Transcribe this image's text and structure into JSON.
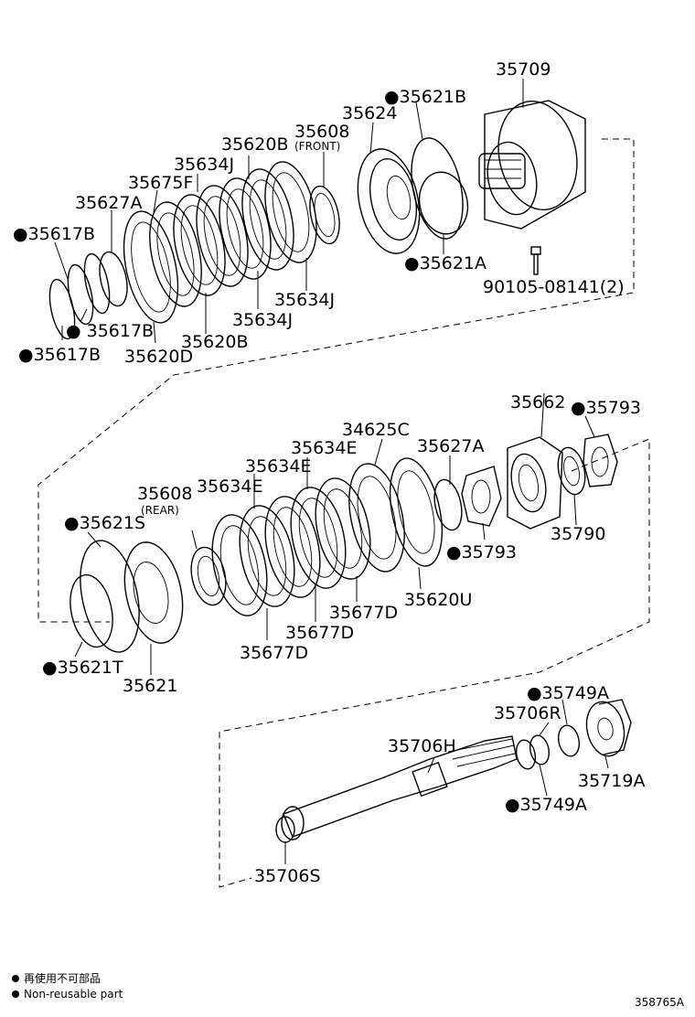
{
  "labels": {
    "p35709": "35709",
    "p35621B": "●35621B",
    "p35624": "35624",
    "p35608f": "35608",
    "p35608f_sub": "(FRONT)",
    "p35620B_top": "35620B",
    "p35634J_top": "35634J",
    "p35675F": "35675F",
    "p35627A_top": "35627A",
    "p35617B_1": "●35617B",
    "p35617B_2": "● 35617B",
    "p35617B_3": "●35617B",
    "p35620D": "35620D",
    "p35620B_low": "35620B",
    "p35634J_low1": "35634J",
    "p35634J_low2": "35634J",
    "p35621A": "●35621A",
    "p90105": "90105-08141(2)",
    "p35662": "35662",
    "p35793_top": "●35793",
    "p34625C": "34625C",
    "p35627A_mid": "35627A",
    "p35634E_1": "35634E",
    "p35634E_2": "35634E",
    "p35608r": "35608",
    "p35608r_sub": "(REAR)",
    "p35621S": "●35621S",
    "p35790": "35790",
    "p35793_low": "●35793",
    "p35620U": "35620U",
    "p35677D_1": "35677D",
    "p35677D_2": "35677D",
    "p35677D_3": "35677D",
    "p35621T": "●35621T",
    "p35621": "35621",
    "p35749A_top": "●35749A",
    "p35706R": "35706R",
    "p35706H": "35706H",
    "p35719A": "35719A",
    "p35749A_low": "●35749A",
    "p35706S": "35706S"
  },
  "legend": {
    "japanese": "再使用不可部品",
    "english": "Non-reusable part"
  },
  "figure_id": "358765A"
}
